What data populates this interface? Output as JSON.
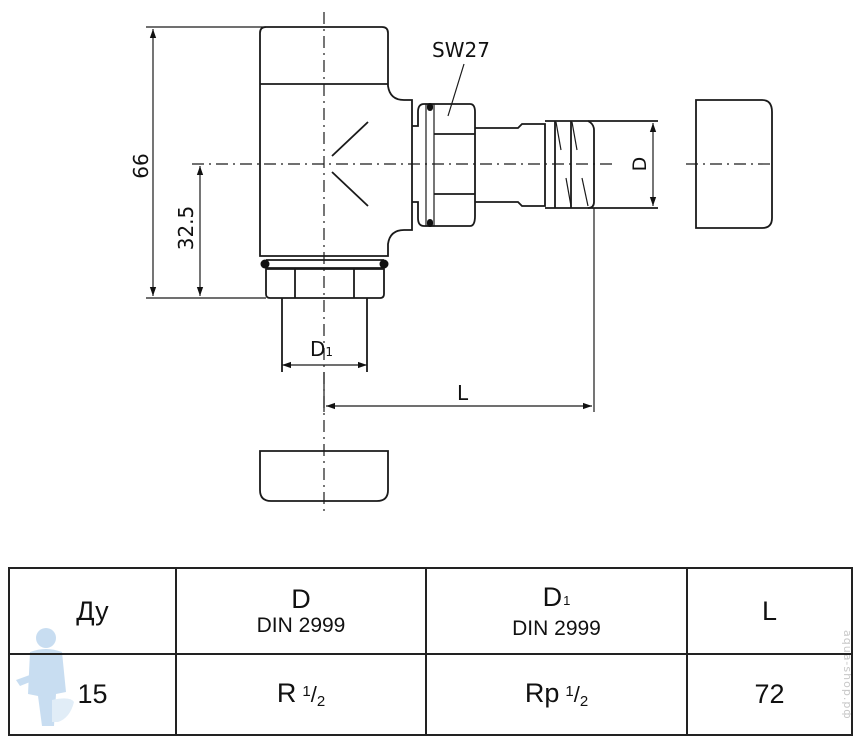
{
  "drawing": {
    "title": "Angle radiator valve dimension drawing",
    "labels": {
      "nut_size": "SW27",
      "height_total": "66",
      "height_axis": "32.5",
      "thread_outlet": "D",
      "thread_inlet": "D",
      "thread_inlet_sub": "1",
      "length": "L"
    }
  },
  "table": {
    "headers": [
      {
        "main": "Ду",
        "sub": "",
        "main_sub": ""
      },
      {
        "main": "D",
        "sub": "DIN 2999",
        "main_sub": ""
      },
      {
        "main": "D",
        "sub": "DIN 2999",
        "main_sub": "1"
      },
      {
        "main": "L",
        "sub": "",
        "main_sub": ""
      }
    ],
    "rows": [
      {
        "dn": "15",
        "d": {
          "prefix": "R",
          "num": "1",
          "den": "2"
        },
        "d1": {
          "prefix": "Rp",
          "num": "1",
          "den": "2"
        },
        "l": "72"
      }
    ]
  },
  "watermark": {
    "text": "aqua-shop.рф",
    "mascot": "plumber-mascot"
  }
}
